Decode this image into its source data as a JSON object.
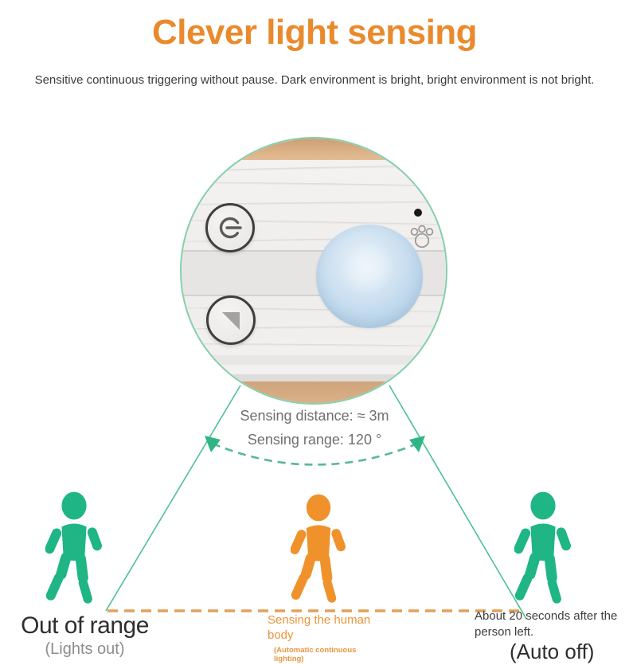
{
  "header": {
    "title": "Clever light sensing",
    "subtitle": "Sensitive continuous triggering without pause. Dark environment is bright, bright environment is not bright."
  },
  "sensing": {
    "distance": "Sensing distance: ≈ 3m",
    "range": "Sensing range: 120 °"
  },
  "device": {
    "icons": [
      "power-icon",
      "dimmer-triangle-icon",
      "pir-lens-dome",
      "indicator-led",
      "paw-icon"
    ]
  },
  "scenarios": [
    {
      "name": "out-of-range",
      "figure_color": "#1FB585",
      "label": "Out of range",
      "sublabel": "(Lights out)"
    },
    {
      "name": "sensing-human",
      "figure_color": "#F0922B",
      "label": "Sensing the human body",
      "sublabel": "(Automatic continuous lighting)"
    },
    {
      "name": "auto-off",
      "figure_color": "#1FB585",
      "label": "About 20 seconds after the person left.",
      "sublabel": "(Auto off)"
    }
  ],
  "colors": {
    "accent_orange": "#E98A2D",
    "figure_green": "#1FB585",
    "figure_orange": "#F0922B",
    "cone_line_green": "#4EC193",
    "range_arc_green": "#57B893",
    "floor_dashed_orange": "#E2A15C",
    "wood_tan": "#D9AB80",
    "lens_blue": "#BDD7EC",
    "circle_border_green": "#86CFAA"
  }
}
